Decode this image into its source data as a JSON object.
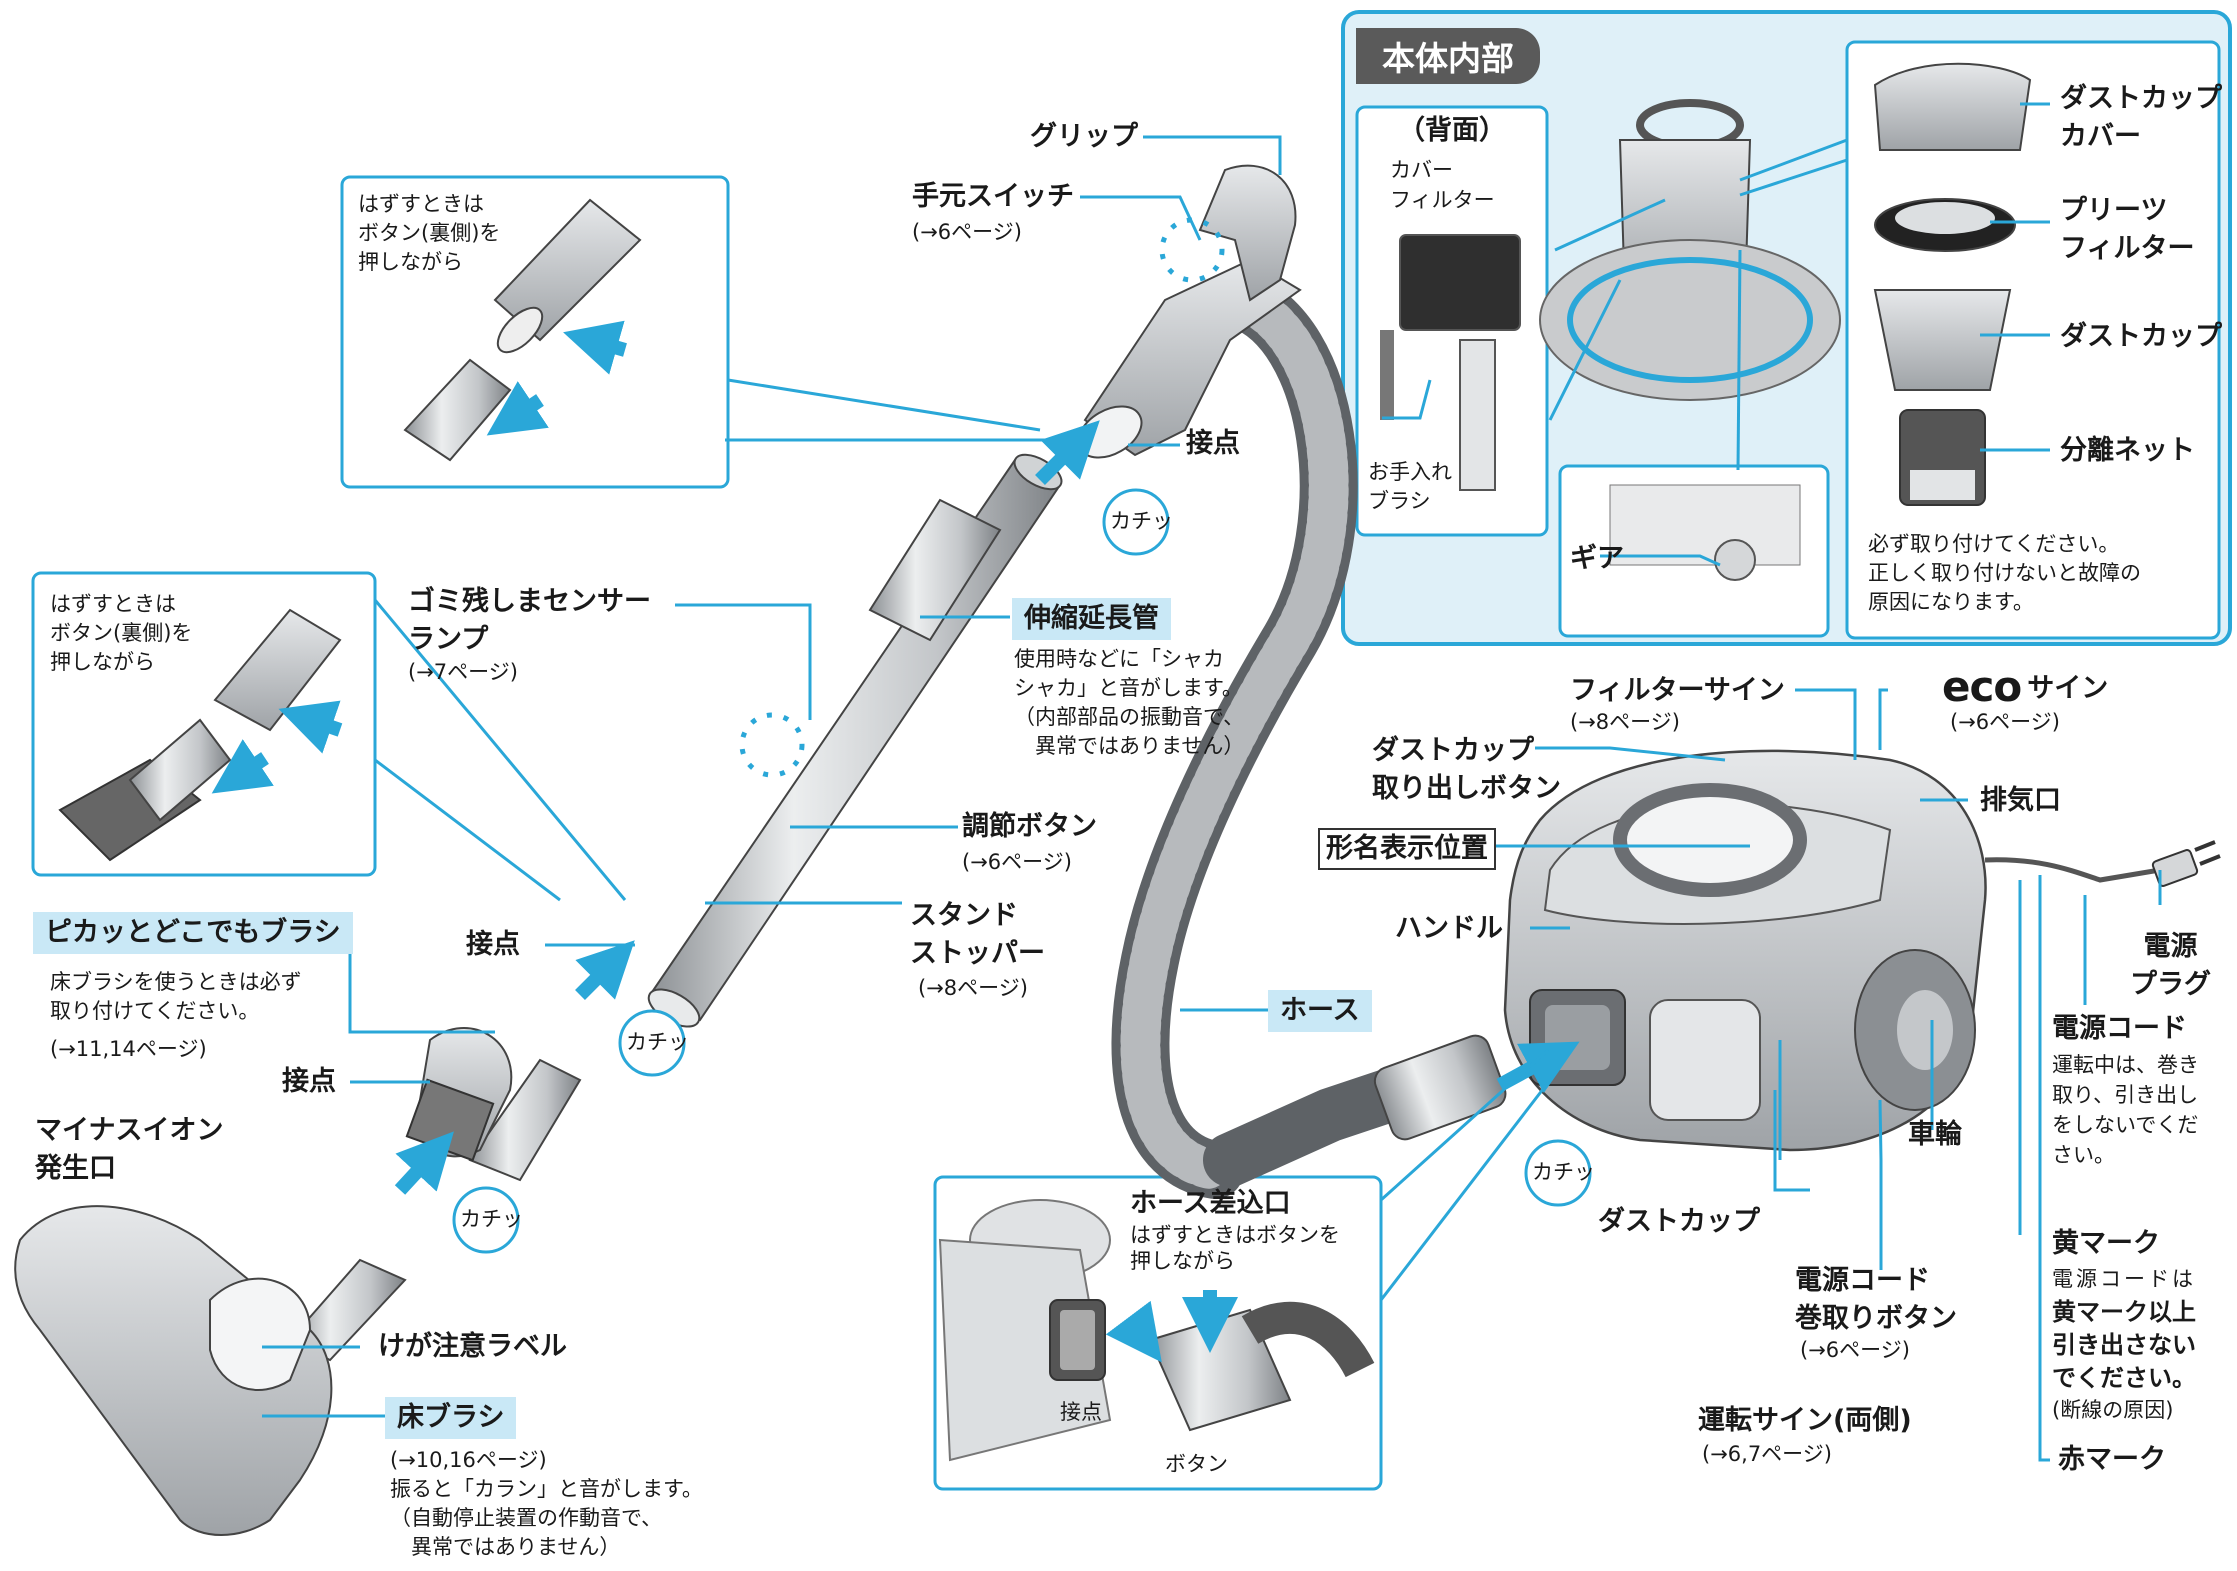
{
  "colors": {
    "accent": "#2aa7d8",
    "highlight": "#c9e8f6",
    "body": "#c9cbcd",
    "dark": "#6b6e72"
  },
  "inset_body": {
    "title": "本体内部",
    "back": "（背面）",
    "cover_filter": "カバー\nフィルター",
    "brush": "お手入れ\nブラシ",
    "gear": "ギア"
  },
  "inset_parts": {
    "dustcup_cover": "ダストカップ\nカバー",
    "pleats": "プリーツ\nフィルター",
    "dustcup": "ダストカップ",
    "net": "分離ネット",
    "note": "必ず取り付けてください。\n正しく取り付けないと故障の\n原因になります。"
  },
  "detach": {
    "upper": "はずすときは\nボタン(裏側)を\n押しながら",
    "lower": "はずすときは\nボタン(裏側)を\n押しながら"
  },
  "hose_inlet": {
    "title": "ホース差込口",
    "note": "はずすときはボタンを\n押しながら",
    "contact": "接点",
    "button": "ボタン"
  },
  "click": {
    "a": "カチッ",
    "b": "カチッ",
    "c": "カチッ",
    "d": "カチッ"
  },
  "labels": {
    "grip": "グリップ",
    "hand_switch": "手元スイッチ",
    "hand_switch_ref": "(→6ページ)",
    "contact1": "接点",
    "contact2": "接点",
    "contact3": "接点",
    "sensor_lamp": "ゴミ残しまセンサー\nランプ",
    "sensor_lamp_ref": "(→7ページ)",
    "extension": "伸縮延長管",
    "extension_note": "使用時などに「シャカ\nシャカ」と音がします。\n（内部部品の振動音で、\n　異常ではありません）",
    "adjust_button": "調節ボタン",
    "adjust_ref": "(→6ページ)",
    "stand_stopper": "スタンド\nストッパー",
    "stand_ref": "(→8ページ)",
    "pika_brush": "ピカッとどこでもブラシ",
    "pika_note": "床ブラシを使うときは必ず\n取り付けてください。",
    "pika_ref": "(→11,14ページ)",
    "ion": "マイナスイオン\n発生口",
    "injury_label": "けが注意ラベル",
    "floor_brush": "床ブラシ",
    "floor_note": "(→10,16ページ)\n振ると「カラン」と音がします。\n（自動停止装置の作動音で、\n　異常ではありません）",
    "hose": "ホース",
    "filter_sign": "フィルターサイン",
    "filter_ref": "(→8ページ)",
    "eco_logo": "eco",
    "eco_sign": "サイン",
    "eco_ref": "(→6ページ)",
    "dustcup_button": "ダストカップ\n取り出しボタン",
    "exhaust": "排気口",
    "model_position": "形名表示位置",
    "handle": "ハンドル",
    "plug": "電源\nプラグ",
    "cord": "電源コード",
    "cord_note": "運転中は、巻き\n取り、引き出し\nをしないでくだ\nさい。",
    "wheel": "車輪",
    "dustcup": "ダストカップ",
    "cord_reel_button": "電源コード\n巻取りボタン",
    "cord_reel_ref": "(→6ページ)",
    "yellow_mark": "黄マーク",
    "yellow_note_1": "電源コードは",
    "yellow_note_2": "黄マーク以上\n引き出さない\nでください。",
    "yellow_note_3": "(断線の原因)",
    "run_sign": "運転サイン(両側)",
    "run_ref": "(→6,7ページ)",
    "red_mark": "赤マーク"
  }
}
